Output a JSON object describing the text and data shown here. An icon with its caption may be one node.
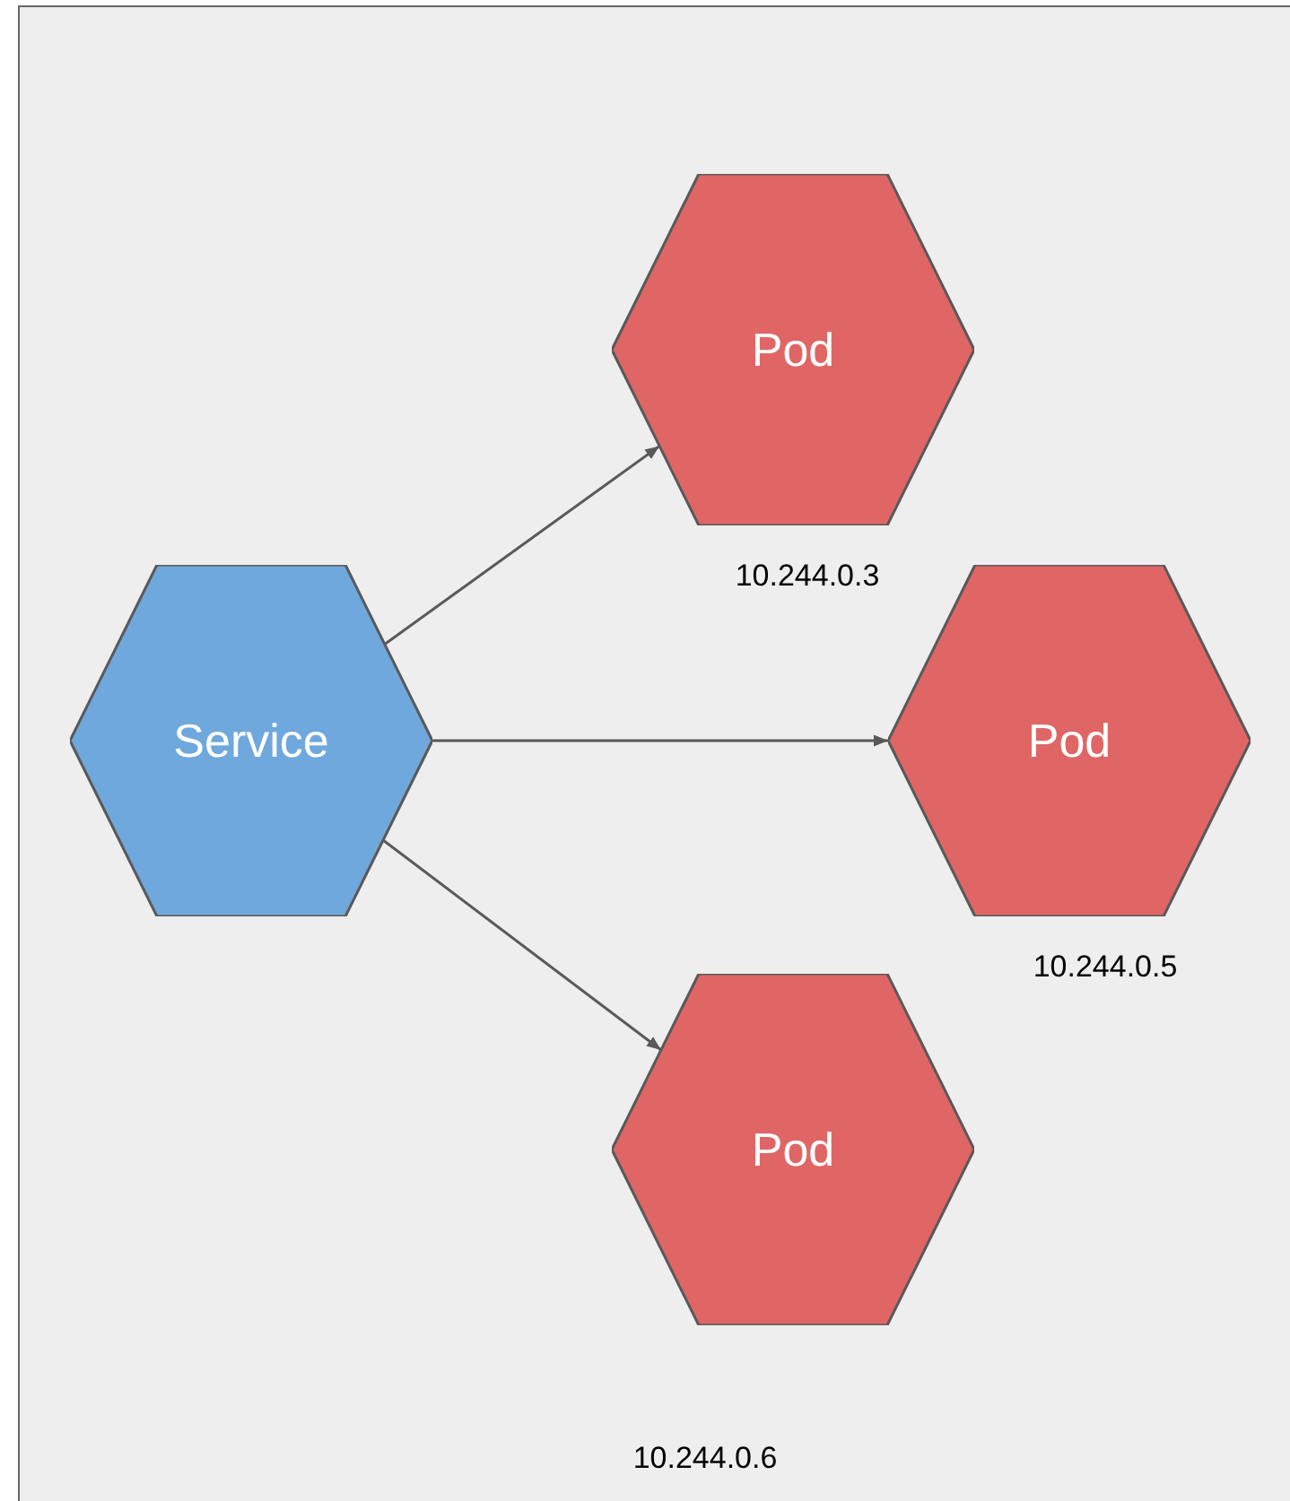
{
  "diagram": {
    "nodes": [
      {
        "text": [
          "Service"
        ]
      },
      {
        "text": [
          "Pod"
        ]
      },
      {
        "text": [
          "Pod"
        ]
      },
      {
        "text": [
          "Pod"
        ]
      }
    ],
    "edges": [
      {
        "from": 0,
        "to": 1,
        "arrow": "to"
      },
      {
        "from": 0,
        "to": 2,
        "arrow": "to"
      },
      {
        "from": 0,
        "to": 3,
        "arrow": "to"
      }
    ],
    "labels": [
      "10.244.0.3",
      "10.244.0.5",
      "10.244.0.6"
    ]
  }
}
